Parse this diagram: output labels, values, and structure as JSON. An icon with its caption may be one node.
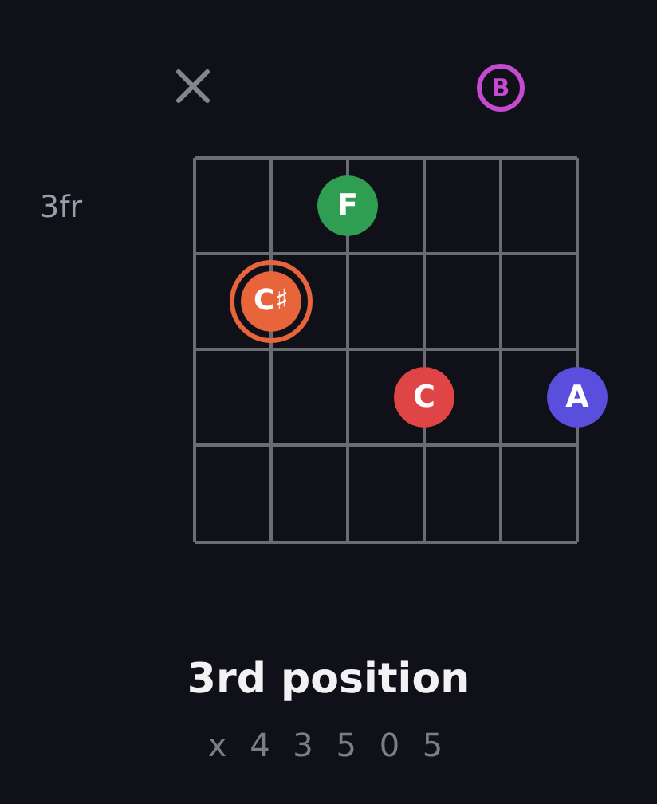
{
  "diagram": {
    "title": "3rd position",
    "nodes": [
      {
        "text": [
          "B"
        ]
      },
      {
        "text": [
          "F"
        ]
      },
      {
        "text": [
          "C♯"
        ]
      },
      {
        "text": [
          "C"
        ]
      },
      {
        "text": [
          "A"
        ]
      }
    ],
    "labels": [
      "3fr",
      "x 4 3 5 0 5"
    ]
  }
}
